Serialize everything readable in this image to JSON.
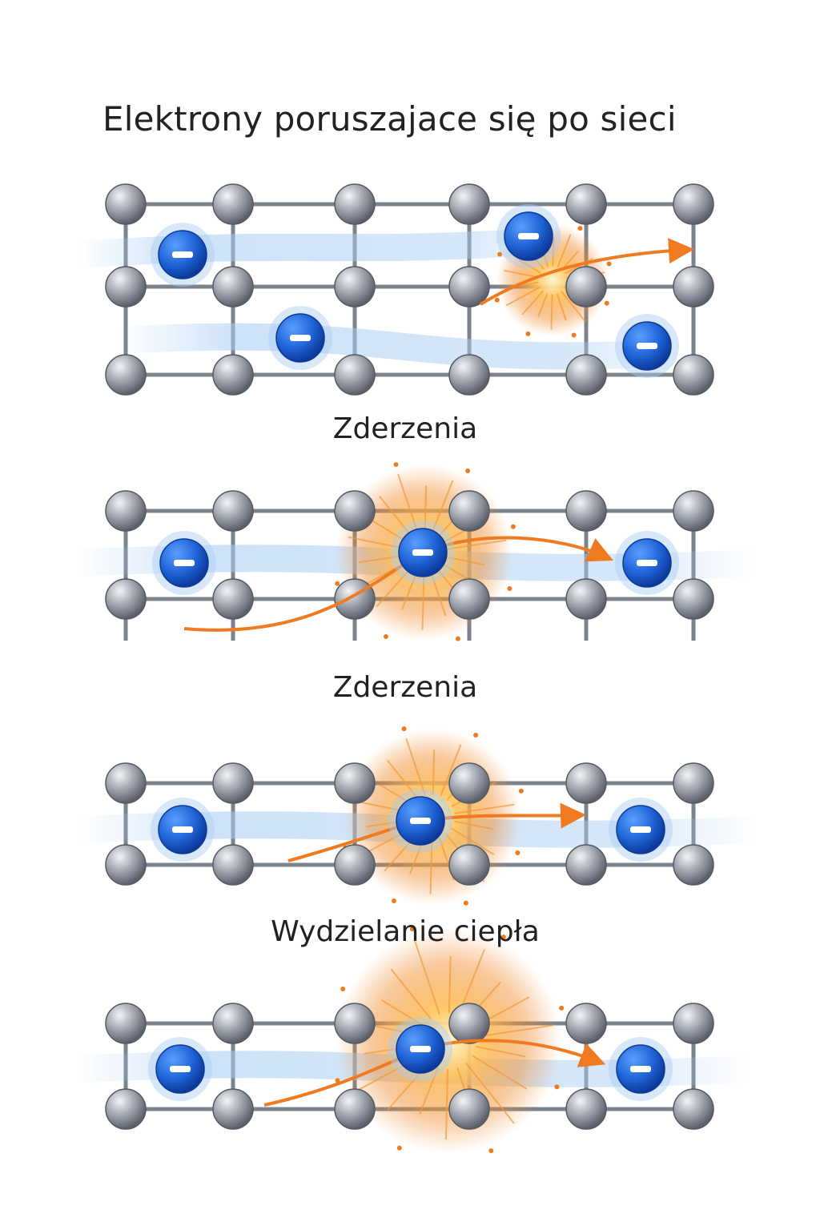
{
  "title": "Elektrony poruszajace się po sieci",
  "labels": [
    "Zderzenia",
    "Zderzenia",
    "Wydzielanie ciepła"
  ],
  "colors": {
    "atom": "#9aa0aa",
    "electron": "#1f63d6",
    "glow": "#a9cdf2",
    "burst": "#f08a2a",
    "text": "#222222"
  }
}
